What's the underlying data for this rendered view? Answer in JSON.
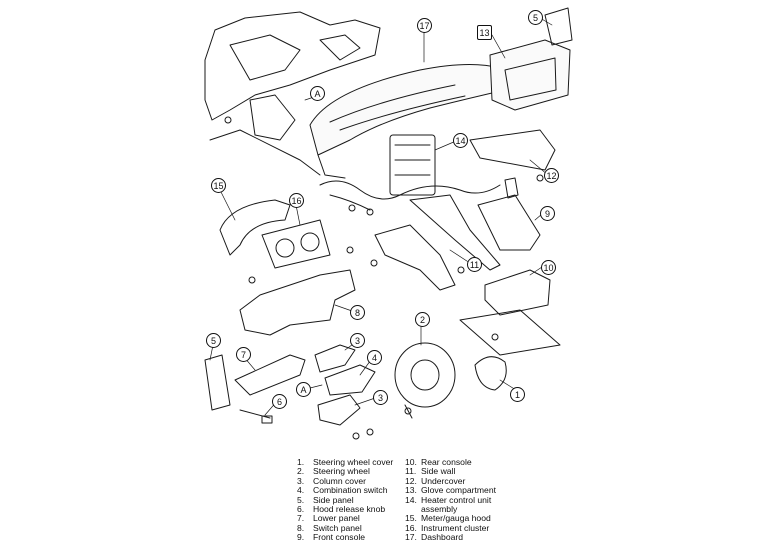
{
  "callouts": {
    "c1": "1",
    "c2": "2",
    "c3a": "3",
    "c3b": "3",
    "c4": "4",
    "c5a": "5",
    "c5b": "5",
    "c6": "6",
    "c7": "7",
    "c8": "8",
    "c9": "9",
    "c10": "10",
    "c11": "11",
    "c12": "12",
    "c13": "13",
    "c14": "14",
    "c15": "15",
    "c16": "16",
    "c17": "17",
    "cA1": "A",
    "cA2": "A"
  },
  "legend": {
    "left": [
      {
        "num": "1.",
        "label": "Steering wheel cover"
      },
      {
        "num": "2.",
        "label": "Steering wheel"
      },
      {
        "num": "3.",
        "label": "Column cover"
      },
      {
        "num": "4.",
        "label": "Combination switch"
      },
      {
        "num": "5.",
        "label": "Side panel"
      },
      {
        "num": "6.",
        "label": "Hood release knob"
      },
      {
        "num": "7.",
        "label": "Lower panel"
      },
      {
        "num": "8.",
        "label": "Switch panel"
      },
      {
        "num": "9.",
        "label": "Front console"
      }
    ],
    "right": [
      {
        "num": "10.",
        "label": "Rear console"
      },
      {
        "num": "11.",
        "label": "Side wall"
      },
      {
        "num": "12.",
        "label": "Undercover"
      },
      {
        "num": "13.",
        "label": "Glove compartment"
      },
      {
        "num": "14.",
        "label": "Heater control unit"
      },
      {
        "num": "",
        "label": "assembly"
      },
      {
        "num": "15.",
        "label": "Meter/gauga hood"
      },
      {
        "num": "16.",
        "label": "Instrument cluster"
      },
      {
        "num": "17.",
        "label": "Dashboard"
      }
    ]
  }
}
